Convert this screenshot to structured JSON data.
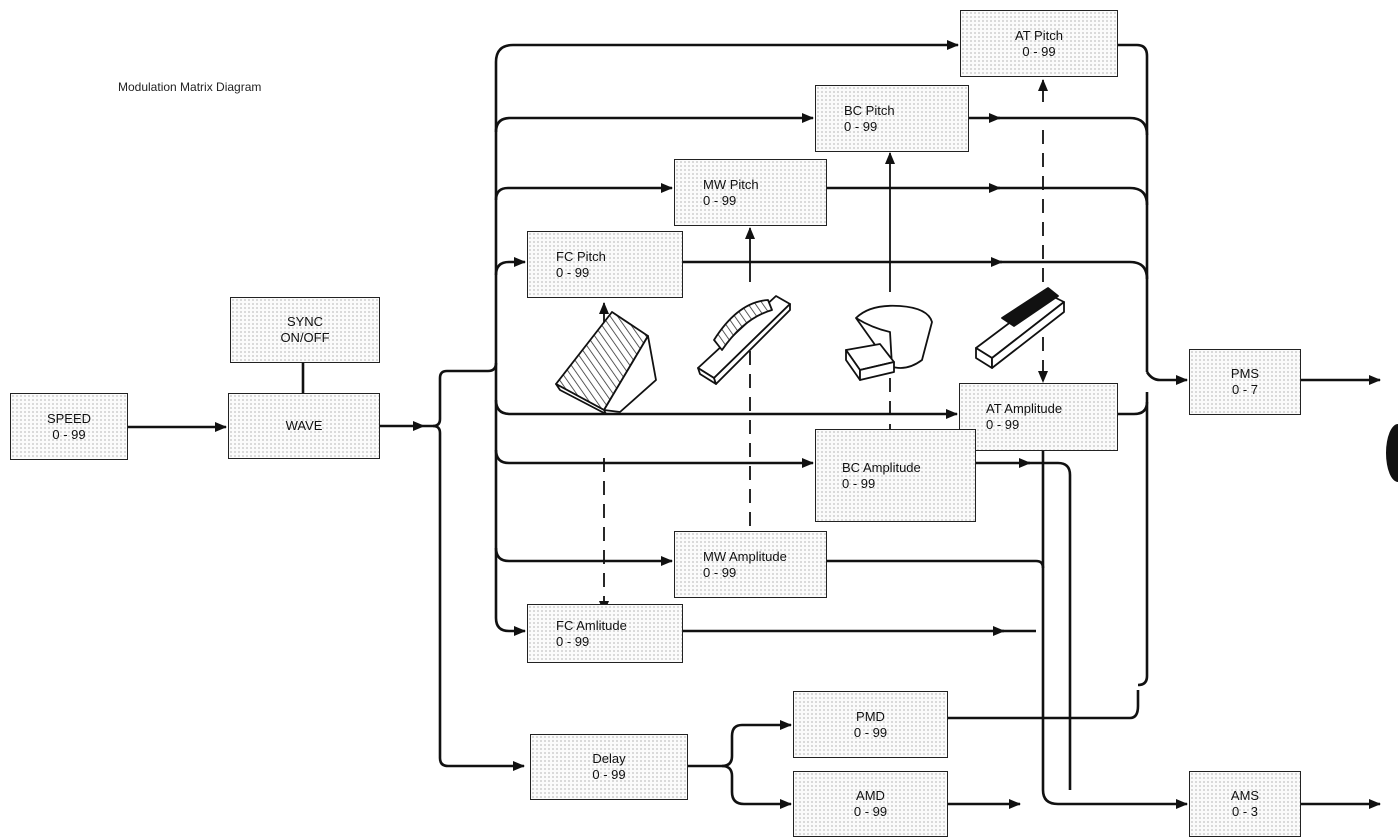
{
  "title": "Modulation Matrix Diagram",
  "nodes": {
    "speed": {
      "name": "SPEED",
      "range": "0 - 99"
    },
    "sync": {
      "name": "SYNC",
      "range": "ON/OFF"
    },
    "wave": {
      "name": "WAVE"
    },
    "at_pitch": {
      "name": "AT Pitch",
      "range": "0 - 99"
    },
    "bc_pitch": {
      "name": "BC Pitch",
      "range": "0 - 99"
    },
    "mw_pitch": {
      "name": "MW Pitch",
      "range": "0 - 99"
    },
    "fc_pitch": {
      "name": "FC Pitch",
      "range": "0 - 99"
    },
    "at_amplitude": {
      "name": "AT Amplitude",
      "range": "0 - 99"
    },
    "bc_amplitude": {
      "name": "BC Amplitude",
      "range": "0 - 99"
    },
    "mw_amplitude": {
      "name": "MW Amplitude",
      "range": "0 - 99"
    },
    "fc_amplitude": {
      "name": "FC Amlitude",
      "range": "0 - 99"
    },
    "pms": {
      "name": "PMS",
      "range": "0 - 7"
    },
    "pmd": {
      "name": "PMD",
      "range": "0 - 99"
    },
    "delay": {
      "name": "Delay",
      "range": "0 - 99"
    },
    "amd": {
      "name": "AMD",
      "range": "0 - 99"
    },
    "ams": {
      "name": "AMS",
      "range": "0 - 3"
    }
  },
  "controllers": [
    "foot-controller-icon",
    "modulation-wheel-icon",
    "breath-controller-icon",
    "aftertouch-key-icon"
  ]
}
